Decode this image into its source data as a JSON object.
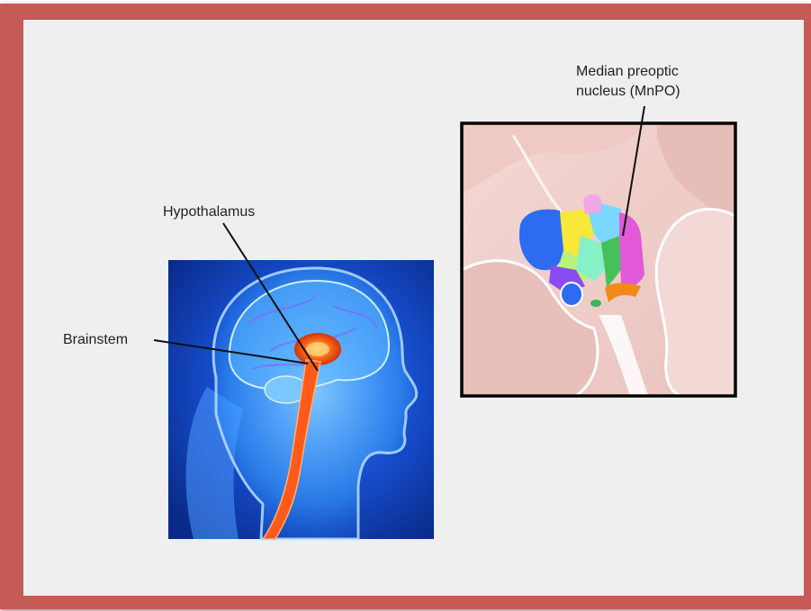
{
  "labels": {
    "mnpo_line1": "Median preoptic",
    "mnpo_line2": "nucleus (MnPO)",
    "hypothalamus": "Hypothalamus",
    "brainstem": "Brainstem"
  },
  "colors": {
    "frame": "#c55a56",
    "slide_background": "#efefef",
    "head_illustration_background": "#1746c9",
    "brain_highlight": "#ff6a1a",
    "inset_border": "#000000"
  },
  "icons": [
    "head-anatomy-illustration",
    "hypothalamus-nuclei-inset-illustration"
  ]
}
